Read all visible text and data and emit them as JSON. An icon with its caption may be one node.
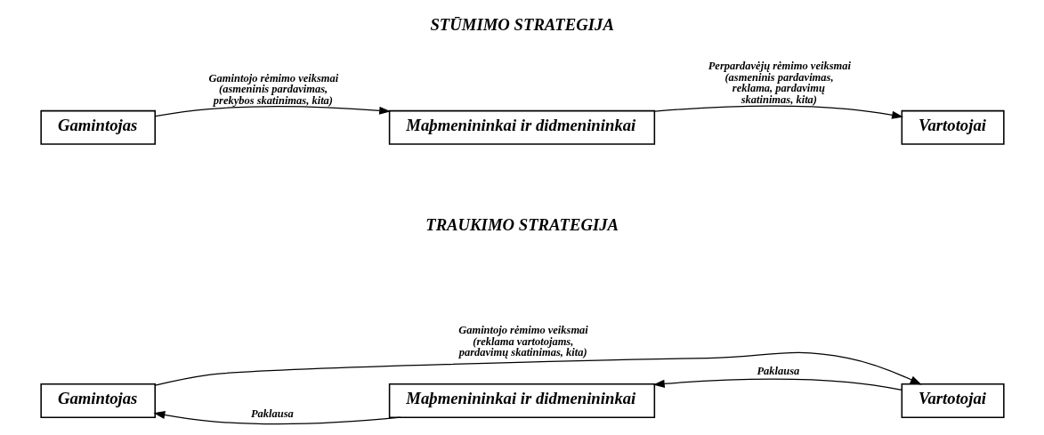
{
  "diagram": {
    "nodes": [
      {
        "text": [
          "Gamintojas"
        ]
      },
      {
        "text": [
          "Maþmenininkai ir didmenininkai"
        ]
      },
      {
        "text": [
          "Vartotojai"
        ]
      },
      {
        "text": [
          "Gamintojas"
        ]
      },
      {
        "text": [
          "Maþmenininkai ir didmenininkai"
        ]
      },
      {
        "text": [
          "Vartotojai"
        ]
      }
    ],
    "edges": [
      {
        "from": 0,
        "to": 1,
        "arrow": "to",
        "label": "Gamintojo rėmimo veiksmai (asmeninis pardavimas, prekybos skatinimas, kita)"
      },
      {
        "from": 1,
        "to": 2,
        "arrow": "to",
        "label": "Perpardavėjų rėmimo veiksmai (asmeninis pardavimas, reklama, pardavimų skatinimas, kita)"
      },
      {
        "from": 4,
        "to": 3,
        "arrow": "to",
        "label": "Paklausa"
      },
      {
        "from": 5,
        "to": 4,
        "arrow": "to",
        "label": "Paklausa"
      },
      {
        "from": 3,
        "to": 5,
        "arrow": "to",
        "label": "Gamintojo rėmimo veiksmai (reklama vartotojams, pardavimų skatinimas, kita)"
      }
    ],
    "labels": [
      "STŪMIMO STRATEGIJA",
      "TRAUKIMO STRATEGIJA"
    ]
  }
}
